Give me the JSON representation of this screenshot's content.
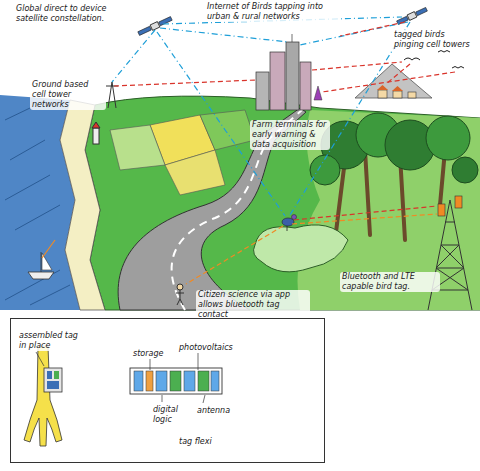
{
  "diagram": {
    "nodes": [
      {
        "text": [
          "assembled tag in place",
          "storage",
          "photovoltaics",
          "digital logic",
          "antenna",
          "tag flexi"
        ]
      }
    ],
    "labels": [
      "Global direct to device satellite constellation.",
      "Internet of Birds tapping into urban & rural networks",
      "tagged birds pinging cell towers",
      "Ground based cell tower networks",
      "Farm terminals for early warning & data acquisition",
      "Bluetooth and LTE capable bird tag.",
      "Citizen science via app allows bluetooth tag contact"
    ]
  }
}
